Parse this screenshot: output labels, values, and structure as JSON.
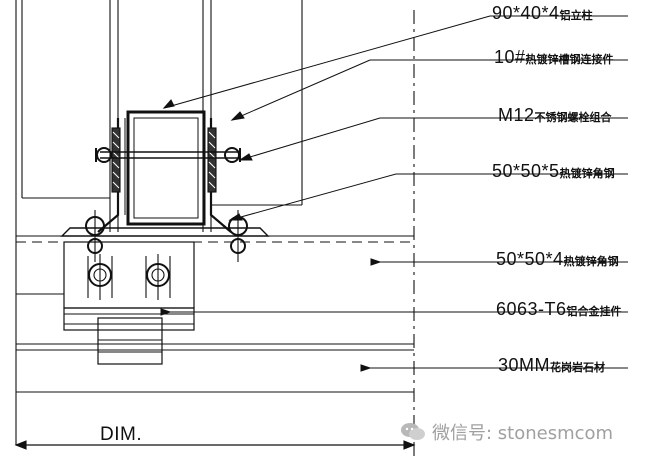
{
  "labels": [
    {
      "spec": "90*40*4",
      "desc": "铝立柱"
    },
    {
      "spec": "10#",
      "desc": "热镀锌槽钢连接件"
    },
    {
      "spec": "M12",
      "desc": "不锈钢螺栓组合"
    },
    {
      "spec": "50*50*5",
      "desc": "热镀锌角钢"
    },
    {
      "spec": "50*50*4",
      "desc": "热镀锌角钢"
    },
    {
      "spec": "6063-T6",
      "desc": "铝合金挂件"
    },
    {
      "spec": "30MM",
      "desc": "花岗岩石材"
    }
  ],
  "dimension": {
    "text": "DIM."
  },
  "watermark": {
    "text": "微信号: stonesmcom"
  }
}
